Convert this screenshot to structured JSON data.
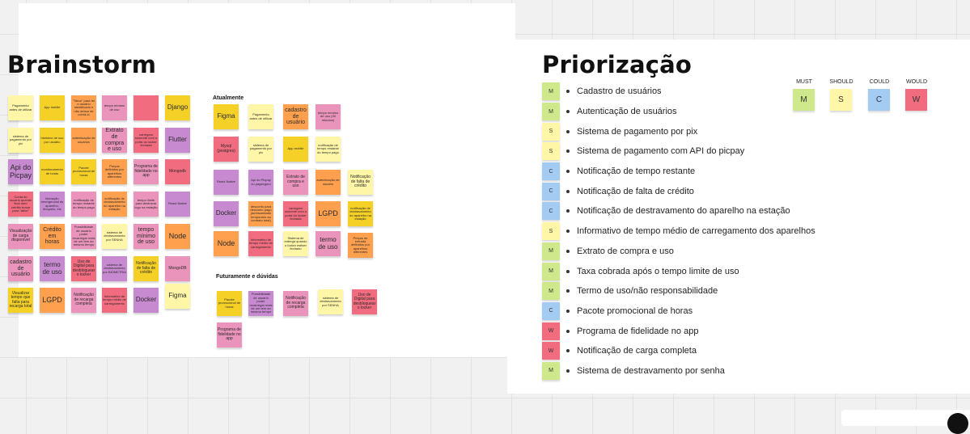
{
  "brainstorm": {
    "title": "Brainstorm",
    "notes": [
      "Pagamento antes de utilizar",
      "App mobile",
      "\"Tatoo\" para ter o usuário identificado e não deixar de cobrá-lo",
      "tempo mínimo de uso",
      "",
      "Django",
      "sistema de pagamento por pix",
      "histórico de uso por usuário",
      "autenticação de usuários",
      "Extrato de compra e uso",
      "carregam somente com a porta do locker fechada",
      "Flutter",
      "Api do Picpay",
      "monitoramento de horas",
      "Pacote promocional de horas",
      "Preços definidos por aparelhos diferentes",
      "Programa de fidelidade no app",
      "Mongodb",
      "Conta do usuário quando ficar sem crédito trocar para \"ativo\"",
      "liberação emergencial do aparelho, bloqueio, etc",
      "notificação de tempo restante do tempo pago",
      "notificação de destravamento do aparelho na estação",
      "tempo limite para destravar logo na estação",
      "React Native",
      "Visualização de carga disponível",
      "Crédito em horas",
      "Possibilidade de usuário poder recarregar mais de um tem ao mesmo tempo",
      "sistema de destravamento por SENHA",
      "tempo mínimo de uso",
      "Node",
      "cadastro de usuário",
      "termo de uso",
      "Uso de Digital para desbloquear o locker",
      "sistema de destravamento por BIOMETRIA",
      "Notificação de falta de crédito",
      "MongoDB",
      "Visualizar tempo que falta para recarga total",
      "LGPD",
      "Notificação de recarga completa",
      "Informativo de tempo médio de carregamento",
      "Docker",
      "Figma"
    ],
    "atualmente_label": "Atualmente",
    "atualmente_notes": [
      "Figma",
      "Pagamento antes de utilizar",
      "cadastro de usuário",
      "tempo mínimo de uso (30 minutos)",
      "Mysql (postgres)",
      "sistema de pagamento por pix",
      "App mobile",
      "notificação de tempo restante do tempo pago",
      "React Native",
      "Api do Picpay ou pagseguro",
      "Extrato de compra e uso",
      "autenticação de usuário",
      "Notificação de falta de crédito",
      "Docker",
      "desconto para desconto pago (acrescentado temporário ao contrato total)",
      "carregam somente com a porta do locker fechada",
      "LGPD",
      "notificação de destravamento do aparelho na estação",
      "Node",
      "Informativo de tempo médio de carregamento",
      "Sistema de entrega quando o locker estiver fechado",
      "termo de uso",
      "Preços de entrada definidos por aparelhos diferentes"
    ],
    "futuramente_label": "Futuramente e dúvidas",
    "futuramente_notes": [
      "Pacote promocional de horas",
      "Possibilidade de usuário poder recarregar mais de um tem ao mesmo tempo",
      "Notificação de recarga completa",
      "sistema de destravamento por SENHA",
      "Uso de Digital para desbloquear o locker",
      "Programa de fidelidade no app"
    ]
  },
  "priorizacao": {
    "title": "Priorização",
    "items": [
      {
        "tag": "M",
        "text": "Cadastro de usuários"
      },
      {
        "tag": "M",
        "text": "Autenticação de usuários"
      },
      {
        "tag": "S",
        "text": "Sistema de pagamento por pix"
      },
      {
        "tag": "S",
        "text": "Sistema de pagamento com API do picpay"
      },
      {
        "tag": "C",
        "text": "Notificação de tempo restante"
      },
      {
        "tag": "C",
        "text": "Notificação de falta de crédito"
      },
      {
        "tag": "C",
        "text": "Notificação de destravamento do aparelho na estação"
      },
      {
        "tag": "S",
        "text": "Informativo de tempo médio de carregamento dos aparelhos"
      },
      {
        "tag": "M",
        "text": "Extrato de compra e uso"
      },
      {
        "tag": "M",
        "text": "Taxa cobrada após o tempo limite de uso"
      },
      {
        "tag": "M",
        "text": "Termo de uso/não responsabilidade"
      },
      {
        "tag": "C",
        "text": "Pacote promocional de horas"
      },
      {
        "tag": "W",
        "text": "Programa de fidelidade no app"
      },
      {
        "tag": "W",
        "text": "Notificação de carga completa"
      },
      {
        "tag": "M",
        "text": "Sistema de destravamento por senha"
      }
    ],
    "legend": [
      {
        "label": "MUST",
        "tag": "M",
        "color": "#cfe88b"
      },
      {
        "label": "SHOULD",
        "tag": "S",
        "color": "#fff6a8"
      },
      {
        "label": "COULD",
        "tag": "C",
        "color": "#a4cbf2"
      },
      {
        "label": "WOULD",
        "tag": "W",
        "color": "#f16c7f"
      }
    ]
  },
  "colors": {
    "must": "#cfe88b",
    "should": "#fff6a8",
    "could": "#a4cbf2",
    "would": "#f16c7f",
    "canvas": "#f1f1f1",
    "frame": "#ffffff"
  }
}
